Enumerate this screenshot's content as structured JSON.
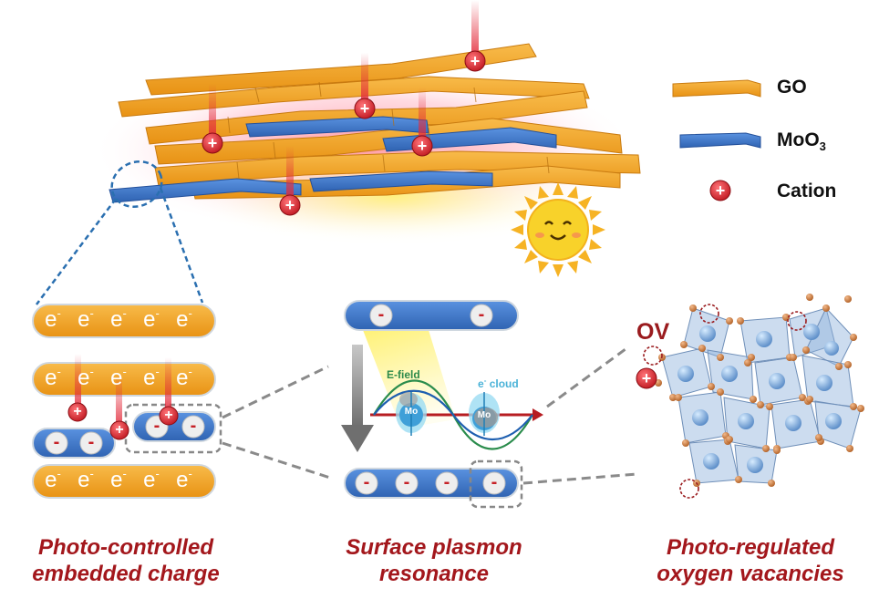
{
  "legend": {
    "go_label": "GO",
    "moo3_base": "MoO",
    "moo3_sub": "3",
    "cation_label": "Cation"
  },
  "charges": {
    "electron": "e",
    "electron_sup": "-",
    "negative": "-",
    "positive": "+"
  },
  "plasmon": {
    "efield_label": "E-field",
    "ecloud_e": "e",
    "ecloud_sup": "-",
    "ecloud_word": "cloud",
    "mo_label": "Mo"
  },
  "vacancy": {
    "ov_label": "OV"
  },
  "captions": {
    "left_line1": "Photo-controlled",
    "left_line2": "embedded charge",
    "middle_line1": "Surface plasmon",
    "middle_line2": "resonance",
    "right_line1": "Photo-regulated",
    "right_line2": "oxygen vacancies"
  },
  "colors": {
    "go": "#f3a023",
    "moo3": "#3f78c9",
    "cation": "#d6333a",
    "caption": "#a3171c",
    "sun": "#f8d22a"
  }
}
